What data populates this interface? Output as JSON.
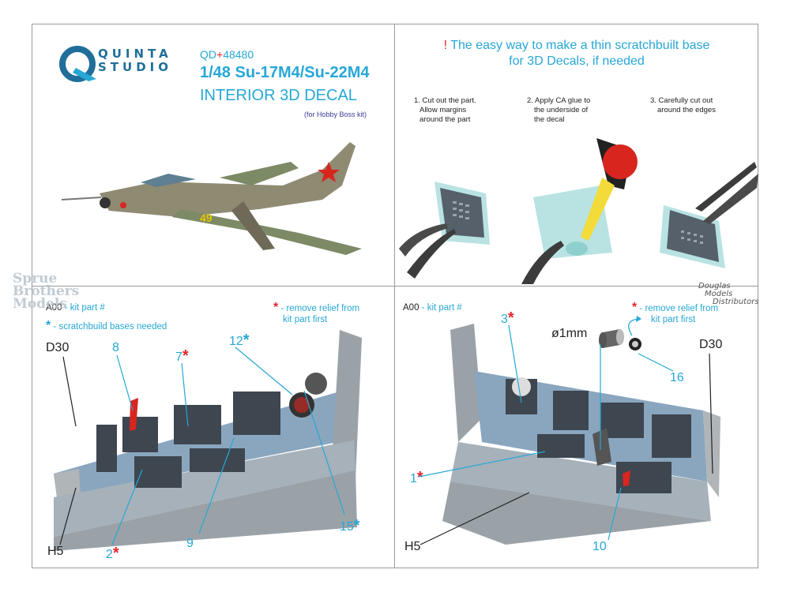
{
  "brand": {
    "line1": "QUINTA",
    "line2": "STUDIO"
  },
  "product": {
    "code_prefix": "QD",
    "code_plus": "+",
    "code_number": "48480",
    "model": "1/48 Su-17M4/Su-22M4",
    "title": "INTERIOR 3D DECAL",
    "for_kit": "(for Hobby Boss kit)"
  },
  "instructions": {
    "exclaim": "!",
    "headline_1": " The easy way to make a thin scratchbuilt base",
    "headline_2": "for 3D Decals, if needed",
    "steps": [
      {
        "l1": "1. Cut out the part.",
        "l2": "Allow margins",
        "l3": "around the part"
      },
      {
        "l1": "2. Apply CA glue to",
        "l2": "the underside of",
        "l3": "the decal"
      },
      {
        "l1": "3. Carefully cut out",
        "l2": "around the edges",
        "l3": ""
      }
    ]
  },
  "legend": {
    "kit_code": "A00",
    "kit_text": " - kit part #",
    "scratch_text": " - scratchbuild bases needed",
    "remove_1": " - remove relief from",
    "remove_2": "kit part first",
    "asterisk": "*"
  },
  "left_panel": {
    "labels": {
      "d30": "D30",
      "h5": "H5",
      "n8": "8",
      "n7": "7",
      "n12": "12",
      "n15": "15",
      "n9": "9",
      "n2": "2"
    }
  },
  "right_panel": {
    "labels": {
      "d30": "D30",
      "h5": "H5",
      "n3": "3",
      "n1": "1",
      "n10": "10",
      "n16": "16",
      "diameter": "ø1mm"
    }
  },
  "watermarks": {
    "sprue_1": "Sprue",
    "sprue_2": "Brothers",
    "sprue_3": "Models",
    "dmd_1": "Douglas",
    "dmd_2": "Models",
    "dmd_3": "Distributors"
  },
  "colors": {
    "cyan": "#27a7d6",
    "red": "#e5242d",
    "navy": "#1f6f9a",
    "panel": "#8aa6bf",
    "decal": "#b9e2e3"
  }
}
